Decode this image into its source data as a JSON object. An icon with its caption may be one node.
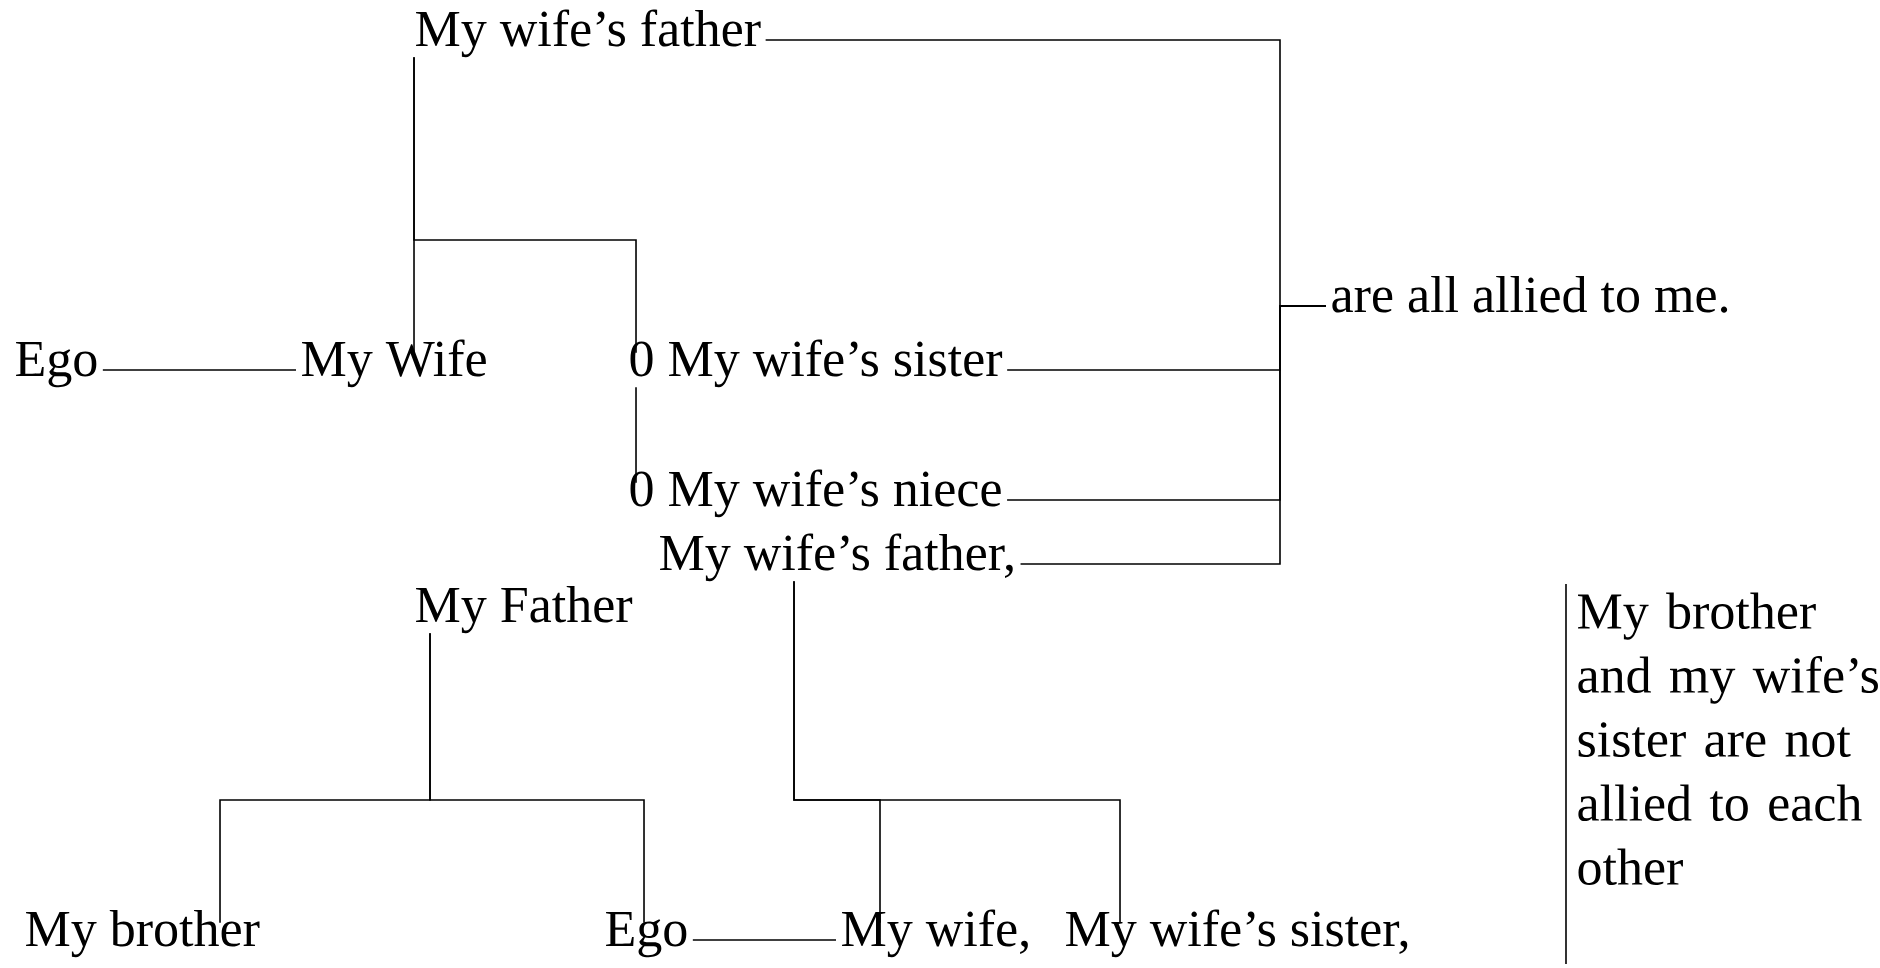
{
  "diagram": {
    "nodes": [
      {
        "text": [
          "My wife’s father"
        ]
      },
      {
        "text": [
          "Ego"
        ]
      },
      {
        "text": [
          "My Wife"
        ]
      },
      {
        "text": [
          "0 My wife’s sister"
        ]
      },
      {
        "text": [
          "0 My wife’s niece"
        ]
      },
      {
        "text": [
          "are all allied to me."
        ]
      },
      {
        "text": [
          "My wife’s father,"
        ]
      },
      {
        "text": [
          "My Father"
        ]
      },
      {
        "text": [
          "My brother"
        ]
      },
      {
        "text": [
          "Ego"
        ]
      },
      {
        "text": [
          "My wife,"
        ]
      },
      {
        "text": [
          "My wife’s sister,"
        ]
      }
    ],
    "edges": [
      {
        "from": 0,
        "to": 2,
        "arrow": "none"
      },
      {
        "from": 0,
        "to": 3,
        "arrow": "none"
      },
      {
        "from": 1,
        "to": 2,
        "arrow": "none"
      },
      {
        "from": 3,
        "to": 4,
        "arrow": "none"
      },
      {
        "from": 0,
        "to": 5,
        "arrow": "none"
      },
      {
        "from": 3,
        "to": 5,
        "arrow": "none"
      },
      {
        "from": 4,
        "to": 5,
        "arrow": "none"
      },
      {
        "from": 6,
        "to": 5,
        "arrow": "none"
      },
      {
        "from": 7,
        "to": 8,
        "arrow": "none"
      },
      {
        "from": 7,
        "to": 9,
        "arrow": "none"
      },
      {
        "from": 6,
        "to": 10,
        "arrow": "none"
      },
      {
        "from": 6,
        "to": 11,
        "arrow": "none"
      },
      {
        "from": 9,
        "to": 10,
        "arrow": "none"
      }
    ],
    "labels": [
      "My brother and my wife’s sister are not allied to each other"
    ]
  }
}
